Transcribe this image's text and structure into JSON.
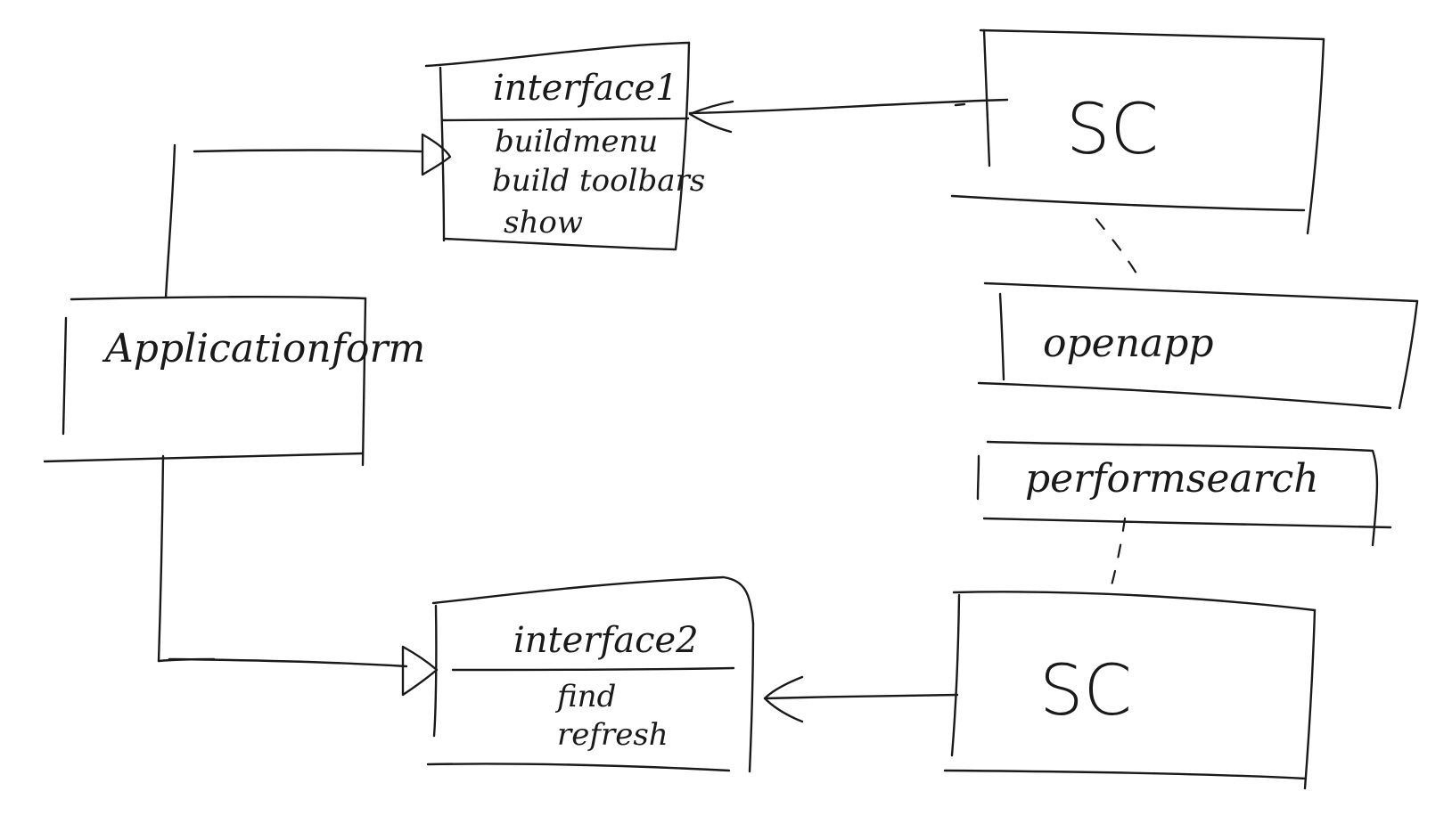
{
  "diagram": {
    "application_form": {
      "label": "Applicationform"
    },
    "interface1": {
      "title": "interface1",
      "members": [
        "buildmenu",
        "build toolbars",
        "show"
      ]
    },
    "interface2": {
      "title": "interface2",
      "members": [
        "find",
        "refresh"
      ]
    },
    "sc_top": {
      "label": "SC"
    },
    "sc_bottom": {
      "label": "SC"
    },
    "openapp": {
      "label": "openapp"
    },
    "performsearch": {
      "label": "performsearch"
    }
  }
}
